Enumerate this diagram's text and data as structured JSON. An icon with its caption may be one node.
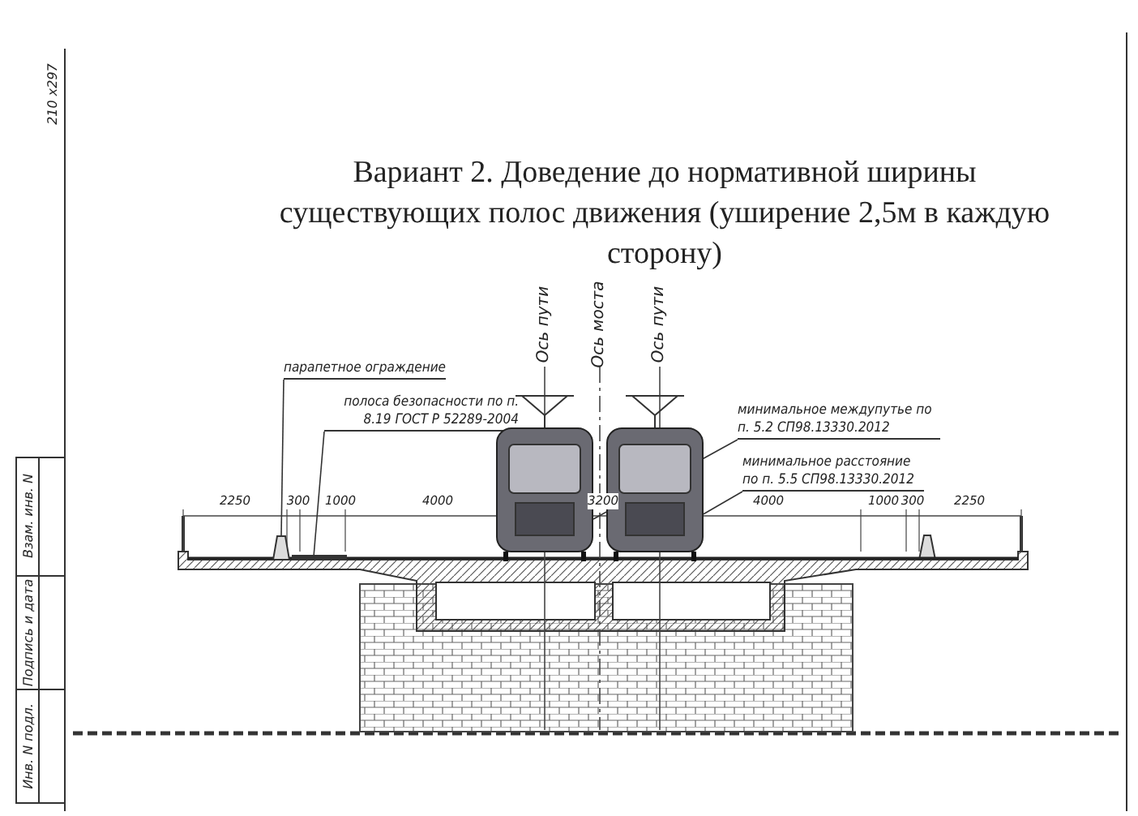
{
  "diagram": {
    "title": "Вариант 2. Доведение до нормативной ширины существующих полос движения (уширение 2,5м в каждую сторону)",
    "nodes": [
      {
        "text": [
          "парапетное ограждение"
        ]
      },
      {
        "text": [
          "полоса безопасности по п. 8.19 ГОСТ Р 52289-2004"
        ]
      },
      {
        "text": [
          "минимальное междупутье по п. 5.2 СП98.13330.2012"
        ]
      },
      {
        "text": [
          "минимальное расстояние по п. 5.5 СП98.13330.2012"
        ]
      },
      {
        "text": [],
        "shape": "bar"
      },
      {
        "text": [],
        "shape": "bar"
      },
      {
        "text": [],
        "shape": "picture"
      },
      {
        "text": [],
        "shape": "picture"
      }
    ],
    "edges": [
      {
        "from": 0,
        "to": 4,
        "arrow": "none"
      },
      {
        "from": 1,
        "to": 5,
        "arrow": "none"
      },
      {
        "from": 2,
        "to": 6,
        "arrow": "none"
      },
      {
        "from": 3,
        "to": 7,
        "arrow": "none"
      }
    ],
    "labels": [
      "210 x297",
      "Ось пути",
      "Ось моста",
      "Ось пути",
      "2250",
      "300",
      "1000",
      "4000",
      "3200",
      "4000",
      "1000",
      "300",
      "2250",
      "Взам. инв. N",
      "Подпись и дата",
      "Инв. N подл."
    ]
  }
}
